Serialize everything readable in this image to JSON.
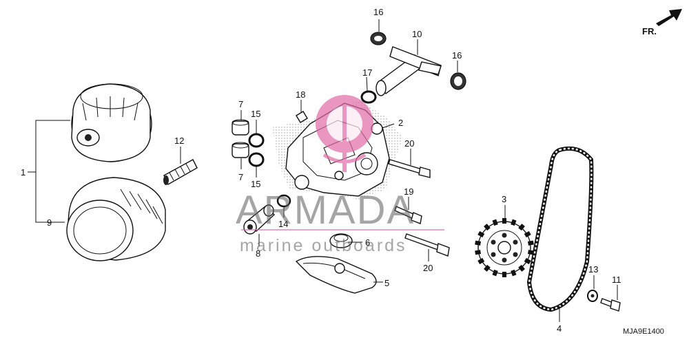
{
  "direction_label": "FR.",
  "diagram_code": "MJA9E1400",
  "watermark": {
    "title": "ARMADA",
    "subtitle": "marine outboards"
  },
  "callouts": {
    "c1": "1",
    "c2": "2",
    "c3": "3",
    "c4": "4",
    "c5": "5",
    "c6": "6",
    "c7a": "7",
    "c7b": "7",
    "c8": "8",
    "c9": "9",
    "c10": "10",
    "c11": "11",
    "c12": "12",
    "c13": "13",
    "c14": "14",
    "c15a": "15",
    "c15b": "15",
    "c16a": "16",
    "c16b": "16",
    "c17": "17",
    "c18": "18",
    "c19": "19",
    "c20a": "20",
    "c20b": "20"
  }
}
